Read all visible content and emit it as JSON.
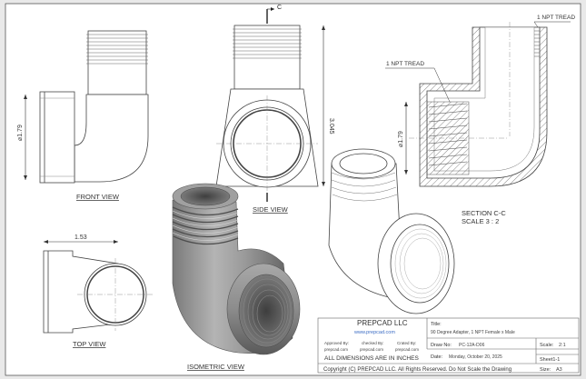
{
  "views": {
    "front": "FRONT VIEW",
    "side": "SIDE VIEW",
    "top": "TOP VIEW",
    "iso": "ISOMETRIC VIEW",
    "section": "SECTION C-C",
    "section_scale": "SCALE 3 : 2"
  },
  "dims": {
    "front_dia": "⌀1.79",
    "side_height": "3.045",
    "top_width": "1.53",
    "section_dia": "⌀1.79",
    "cut_mark": "C"
  },
  "callouts": {
    "npt_top": "1 NPT TREAD",
    "npt_mid": "1 NPT TREAD"
  },
  "title_block": {
    "company": "PREPCAD LLC",
    "website": "www.prepcad.com",
    "approved_label": "Approved By:",
    "approved_value": "prepcad.com",
    "checked_label": "checked By:",
    "checked_value": "prepcad.com",
    "created_label": "Crated By:",
    "created_value": "prepcad.com",
    "title_label": "Title:",
    "title_value": "90 Degree Adapter, 1 NPT Female x Male",
    "draw_no_label": "Draw No:",
    "draw_no_value": "PC-12A-D06",
    "scale_label": "Scale:",
    "scale_value": "2:1",
    "date_label": "Date:",
    "date_value": "Monday, October 20, 2025",
    "sheet_value": "Sheet1-1",
    "units": "ALL DIMENSIONS ARE IN INCHES",
    "size_label": "Size:",
    "size_value": "A3",
    "copyright": "Copyright (C)  PREPCAD LLC. All Rights Reserved. Do Not Scale the Drawing"
  },
  "colors": {
    "sheet": "#ffffff",
    "line": "#333333",
    "hatch": "#555555",
    "metal_dark": "#6e6e6e",
    "metal_mid": "#9a9a9a",
    "metal_light": "#c8c8c8"
  }
}
